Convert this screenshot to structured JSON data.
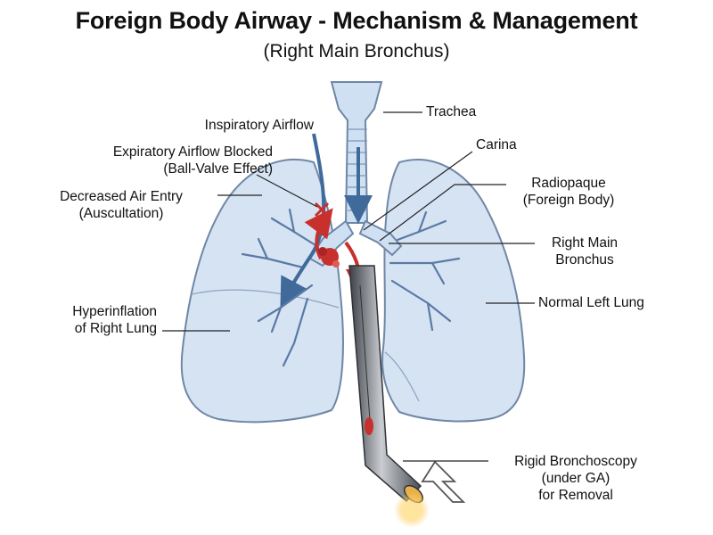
{
  "title": "Foreign Body Airway - Mechanism & Management",
  "subtitle": "(Right Main Bronchus)",
  "labels": {
    "inspiratory": "Inspiratory Airflow",
    "expiratory_1": "Expiratory Airflow Blocked",
    "expiratory_2": "(Ball-Valve Effect)",
    "decreased_1": "Decreased Air Entry",
    "decreased_2": "(Auscultation)",
    "hyper_1": "Hyperinflation",
    "hyper_2": "of Right Lung",
    "trachea": "Trachea",
    "carina": "Carina",
    "radiopaque_1": "Radiopaque",
    "radiopaque_2": "(Foreign Body)",
    "rmb_1": "Right Main",
    "rmb_2": "Bronchus",
    "normal_left": "Normal Left Lung",
    "bronch_1": "Rigid Bronchoscopy",
    "bronch_2": "(under GA)",
    "bronch_3": "for Removal"
  },
  "colors": {
    "lung_fill": "#d6e3f3",
    "lung_stroke": "#6f87a6",
    "airflow_blue": "#3f6a9a",
    "airflow_red": "#c8302d",
    "foreign_body": "#c8302d",
    "scope": "#5b5f66"
  }
}
